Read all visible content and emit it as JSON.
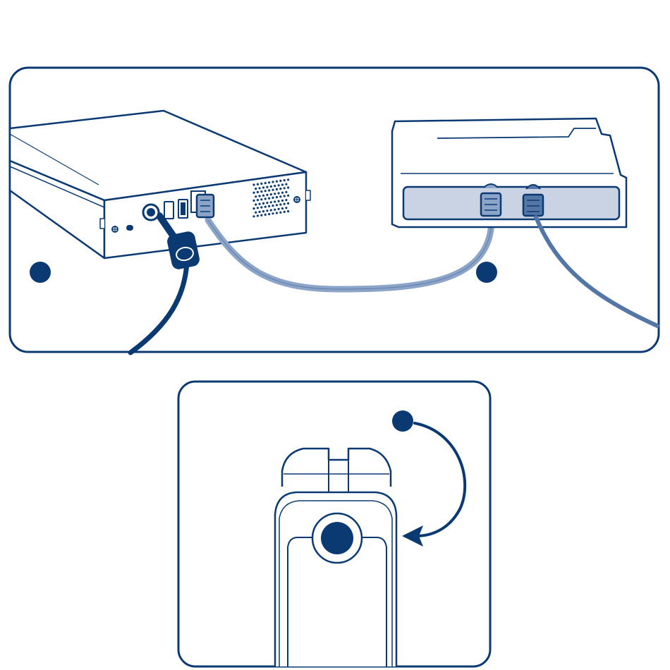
{
  "diagram": {
    "type": "installation-illustration",
    "colors": {
      "outline": "#0b3a73",
      "ethernet_cable": "#8ca4c8",
      "power_cable": "#0b3a73",
      "router_cable": "#5376a6",
      "router_panel": "#c9d3e3",
      "background": "#ffffff"
    },
    "top_panel": {
      "devices": [
        "network-drive",
        "router"
      ],
      "markers": [
        "step-marker-left",
        "step-marker-right"
      ]
    },
    "bottom_panel": {
      "subject": "power-button",
      "markers": [
        "step-marker-button"
      ],
      "arrow": "press-arrow"
    }
  }
}
